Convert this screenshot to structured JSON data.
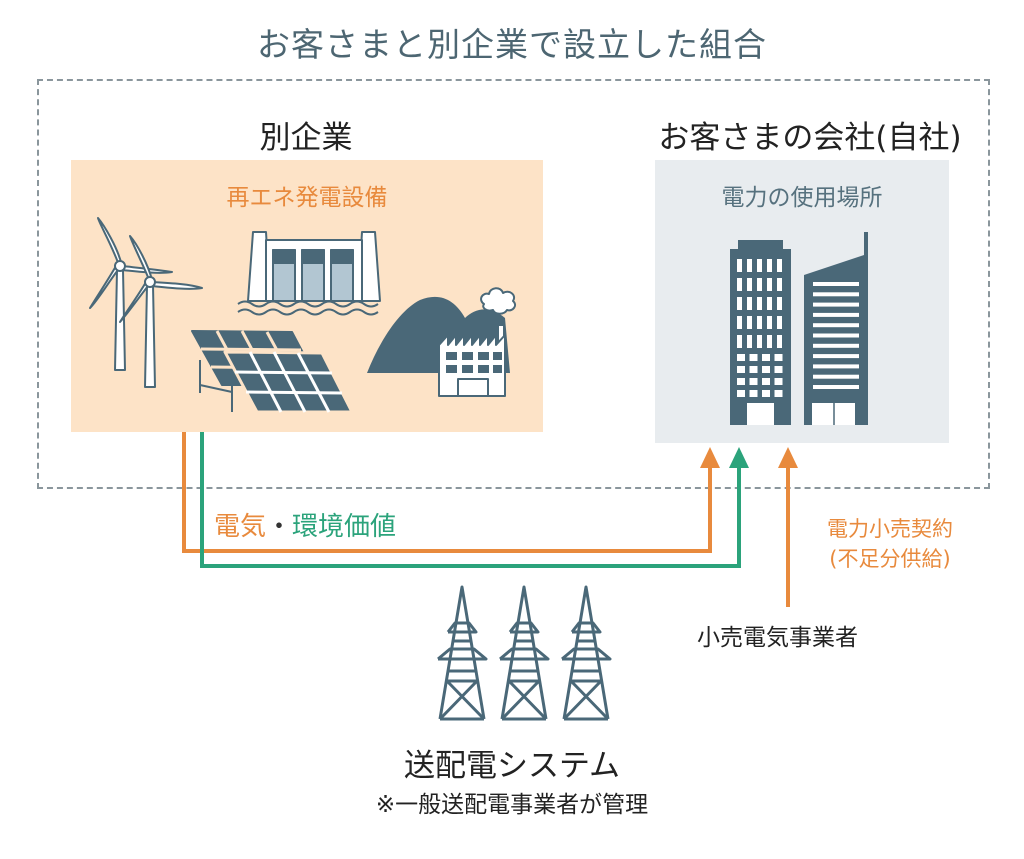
{
  "title": "お客さまと別企業で設立した組合",
  "left_party": {
    "heading": "別企業",
    "box_label": "再エネ発電設備",
    "facilities": [
      "wind-turbines",
      "hydro-dam",
      "solar-panels",
      "geothermal-plant"
    ]
  },
  "right_party": {
    "heading": "お客さまの会社(自社)",
    "box_label": "電力の使用場所",
    "facilities": [
      "office-buildings"
    ]
  },
  "flow": {
    "electricity_label": "電気",
    "separator": "・",
    "environment_label": "環境価値"
  },
  "contract": {
    "line1": "電力小売契約",
    "line2": "(不足分供給)"
  },
  "retailer_label": "小売電気事業者",
  "grid": {
    "title": "送配電システム",
    "note": "※一般送配電事業者が管理"
  },
  "colors": {
    "title": "#4d6672",
    "orange": "#e88a3d",
    "green": "#2ba37b",
    "icon": "#4a6878",
    "left_box": "#fde3c7",
    "right_box": "#e8ecef",
    "frame": "#8a969c"
  }
}
